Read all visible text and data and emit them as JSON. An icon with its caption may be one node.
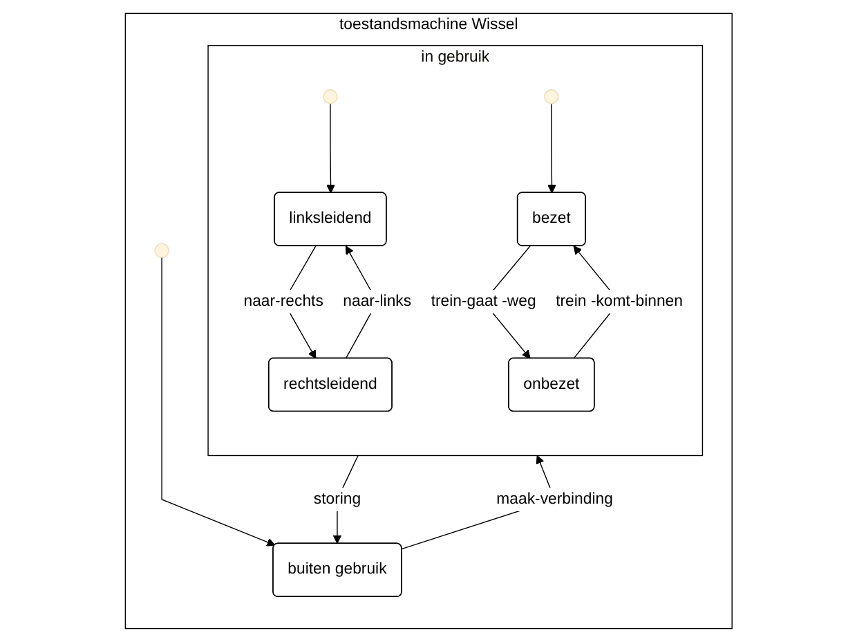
{
  "diagram": {
    "nodes": [
      {
        "text": [
          "toestandsmachine Wissel"
        ]
      },
      {
        "text": [],
        "shape": "circle",
        "in": 0
      },
      {
        "text": [
          "buiten gebruik"
        ],
        "in": 0
      },
      {
        "text": [
          "in gebruik"
        ],
        "in": 0
      },
      {
        "text": [],
        "shape": "circle",
        "in": 3
      },
      {
        "text": [
          "linksleidend"
        ],
        "in": 3
      },
      {
        "text": [
          "rechtsleidend"
        ],
        "in": 3
      },
      {
        "text": [],
        "shape": "circle",
        "in": 3
      },
      {
        "text": [
          "bezet"
        ],
        "in": 3
      },
      {
        "text": [
          "onbezet"
        ],
        "in": 3
      }
    ],
    "edges": [
      {
        "from": 1,
        "to": 2,
        "arrow": "to"
      },
      {
        "from": 2,
        "to": 3,
        "arrow": "to",
        "label": "maak-verbinding"
      },
      {
        "from": 3,
        "to": 2,
        "arrow": "to",
        "label": "storing"
      },
      {
        "from": 4,
        "to": 5,
        "arrow": "to"
      },
      {
        "from": 5,
        "to": 6,
        "arrow": "to",
        "label": "naar-rechts"
      },
      {
        "from": 6,
        "to": 5,
        "arrow": "to",
        "label": "naar-links"
      },
      {
        "from": 7,
        "to": 8,
        "arrow": "to"
      },
      {
        "from": 8,
        "to": 9,
        "arrow": "to",
        "label": "trein-gaat -weg"
      },
      {
        "from": 9,
        "to": 8,
        "arrow": "to",
        "label": "trein -komt-binnen"
      }
    ]
  }
}
